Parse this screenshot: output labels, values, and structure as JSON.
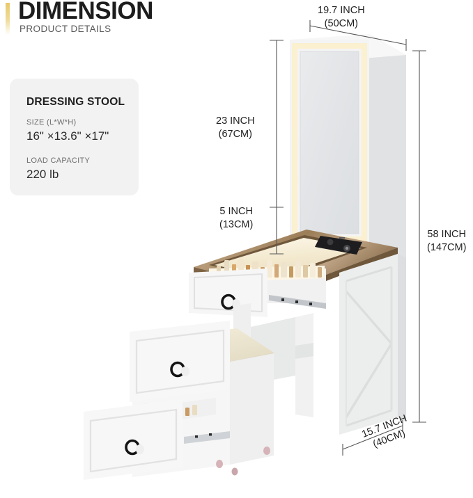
{
  "header": {
    "title": "DIMENSION",
    "subtitle": "PRODUCT DETAILS",
    "accent_color": "#e8c96a"
  },
  "spec_card": {
    "title": "DRESSING STOOL",
    "size_label": "SIZE (L*W*H)",
    "size_value": "16\" ×13.6\" ×17\"",
    "load_label": "LOAD CAPACITY",
    "load_value": "220 lb",
    "background_color": "#f2f2f2"
  },
  "dimensions": {
    "width_inch": "19.7 INCH",
    "width_cm": "(50CM)",
    "mirror_height_inch": "23 INCH",
    "mirror_height_cm": "(67CM)",
    "gap_height_inch": "5 INCH",
    "gap_height_cm": "(13CM)",
    "total_height_inch": "58 INCH",
    "total_height_cm": "(147CM)",
    "depth_inch": "15.7 INCH",
    "depth_cm": "(40CM)"
  },
  "product": {
    "name": "vanity-desk-with-led-mirror",
    "colors": {
      "cabinet_white": "#f4f4f4",
      "cabinet_shade": "#e3e4e5",
      "cabinet_dark": "#d2d4d6",
      "led_glow": "#fdf4d8",
      "mirror_glass": "#e6e8ea",
      "wood_top": "#9a7a52",
      "wood_light": "#bda180",
      "glass_panel": "#f6eed9",
      "cushion_cream": "#efe9d6",
      "outlet_black": "#1d1d1f",
      "handle_black": "#1a1a1a",
      "rail_metal": "#b9bdc2"
    }
  }
}
